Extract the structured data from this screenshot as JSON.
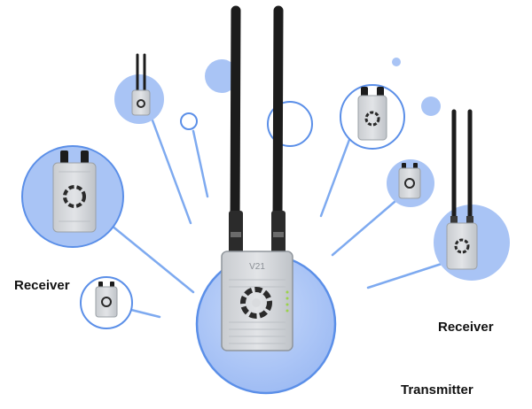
{
  "labels": {
    "receiver_left": "Receiver",
    "receiver_right": "Receiver",
    "transmitter": "Transmitter"
  },
  "transmitter_device": {
    "model_text": "V21"
  },
  "colors": {
    "bubble_fill": "#a9c4f5",
    "bubble_stroke": "#5b8fe8",
    "link_line": "#7eaaf0",
    "antenna": "#1c1c1c",
    "device_body": "#d4d6d9",
    "device_vent": "#bcc0c5",
    "fan": "#2a2a2a",
    "label_text": "#111111"
  },
  "icons": [
    "antenna-icon",
    "fan-icon",
    "status-led-icon"
  ]
}
